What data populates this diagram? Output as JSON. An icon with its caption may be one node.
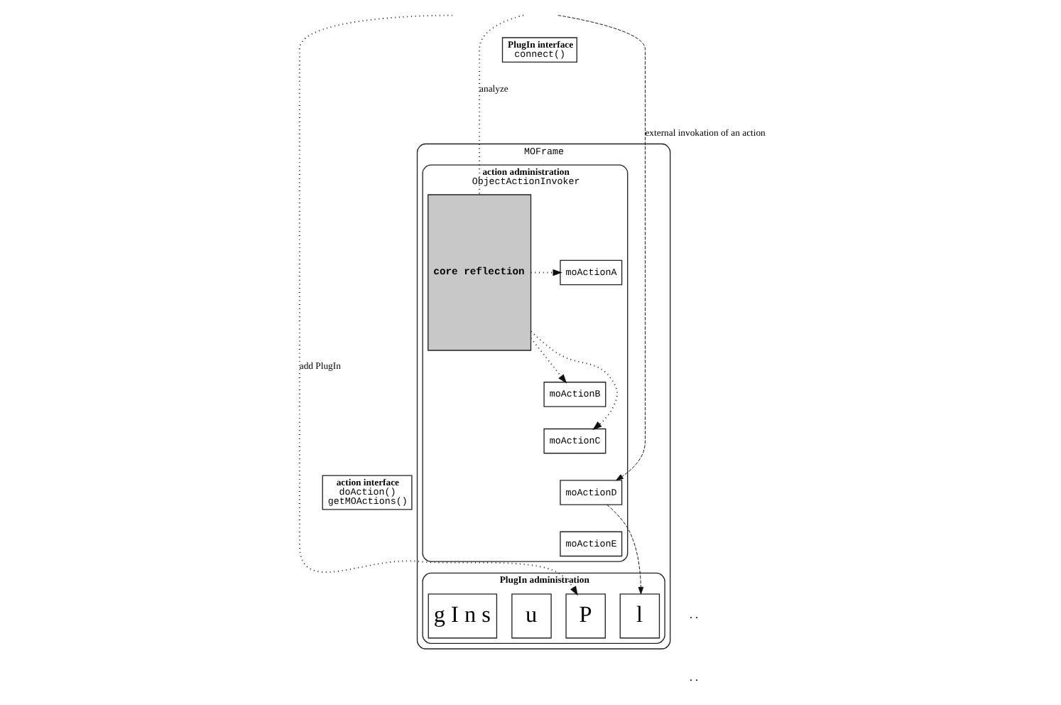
{
  "diagram": {
    "nodes": [
      {
        "text": [
          "MOFrame"
        ]
      },
      {
        "text": [
          "PlugIn interface",
          "connect()"
        ]
      },
      {
        "text": [
          "action administration",
          "ObjectActionInvoker"
        ],
        "in": 0
      },
      {
        "text": [
          "core reflection"
        ],
        "in": 2
      },
      {
        "text": [
          "moActionA"
        ],
        "in": 2
      },
      {
        "text": [
          "moActionB"
        ],
        "in": 2
      },
      {
        "text": [
          "moActionC"
        ],
        "in": 2
      },
      {
        "text": [
          "moActionD"
        ],
        "in": 2
      },
      {
        "text": [
          "moActionE"
        ],
        "in": 2
      },
      {
        "text": [
          "action interface",
          "doAction()",
          "getMOActions()"
        ]
      },
      {
        "text": [
          "PlugIn administration"
        ],
        "in": 0
      },
      {
        "text": [
          "P"
        ],
        "in": 10
      },
      {
        "text": [
          "l"
        ],
        "in": 10
      },
      {
        "text": [
          "u"
        ],
        "in": 10
      },
      {
        "text": [
          "g I n s"
        ],
        "in": 10
      }
    ],
    "edges": [
      {
        "from": null,
        "to": 11,
        "arrow": "to",
        "label": "add PlugIn"
      },
      {
        "from": null,
        "to": 3,
        "arrow": "none",
        "label": "analyze"
      },
      {
        "from": 3,
        "to": 4,
        "arrow": "to"
      },
      {
        "from": 3,
        "to": 5,
        "arrow": "to"
      },
      {
        "from": 3,
        "to": 6,
        "arrow": "to"
      },
      {
        "from": null,
        "to": 7,
        "arrow": "to",
        "style": "dashed",
        "label": "external invokation of an action"
      },
      {
        "from": 7,
        "to": 12,
        "arrow": "to",
        "style": "dashed"
      }
    ],
    "labels": [
      "..",
      ".."
    ]
  }
}
